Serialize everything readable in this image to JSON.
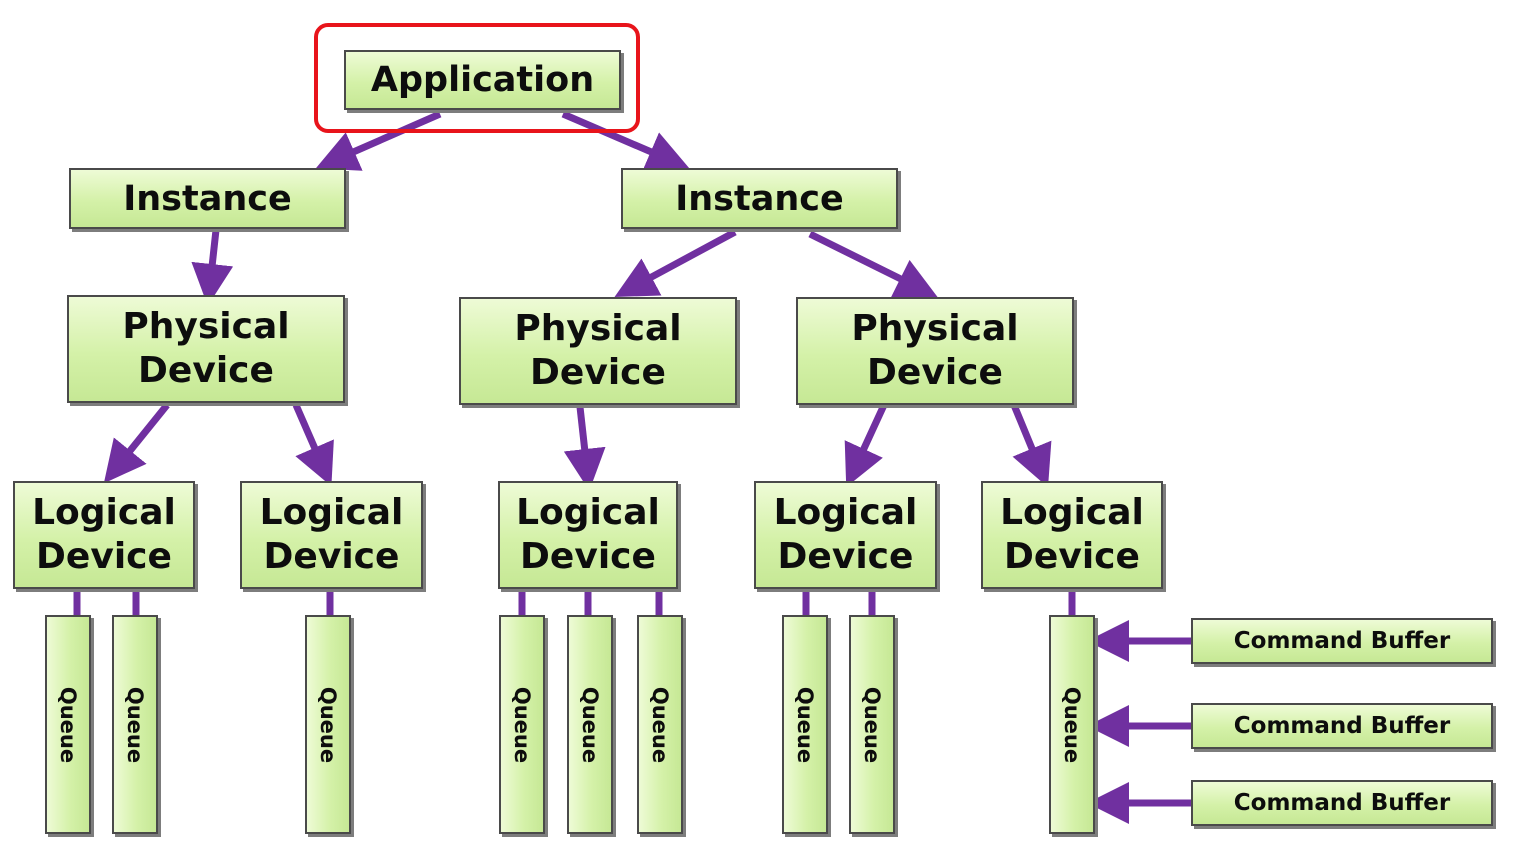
{
  "colors": {
    "arrow": "#7030a0",
    "highlight": "#e8141b",
    "box_fill": "#d4f1a8"
  },
  "application": {
    "label": "Application"
  },
  "instances": [
    {
      "label": "Instance"
    },
    {
      "label": "Instance"
    }
  ],
  "physical_devices": [
    {
      "line1": "Physical",
      "line2": "Device"
    },
    {
      "line1": "Physical",
      "line2": "Device"
    },
    {
      "line1": "Physical",
      "line2": "Device"
    }
  ],
  "logical_devices": [
    {
      "line1": "Logical",
      "line2": "Device"
    },
    {
      "line1": "Logical",
      "line2": "Device"
    },
    {
      "line1": "Logical",
      "line2": "Device"
    },
    {
      "line1": "Logical",
      "line2": "Device"
    },
    {
      "line1": "Logical",
      "line2": "Device"
    }
  ],
  "queue_label": "Queue",
  "command_buffers": [
    {
      "label": "Command Buffer"
    },
    {
      "label": "Command Buffer"
    },
    {
      "label": "Command Buffer"
    }
  ]
}
